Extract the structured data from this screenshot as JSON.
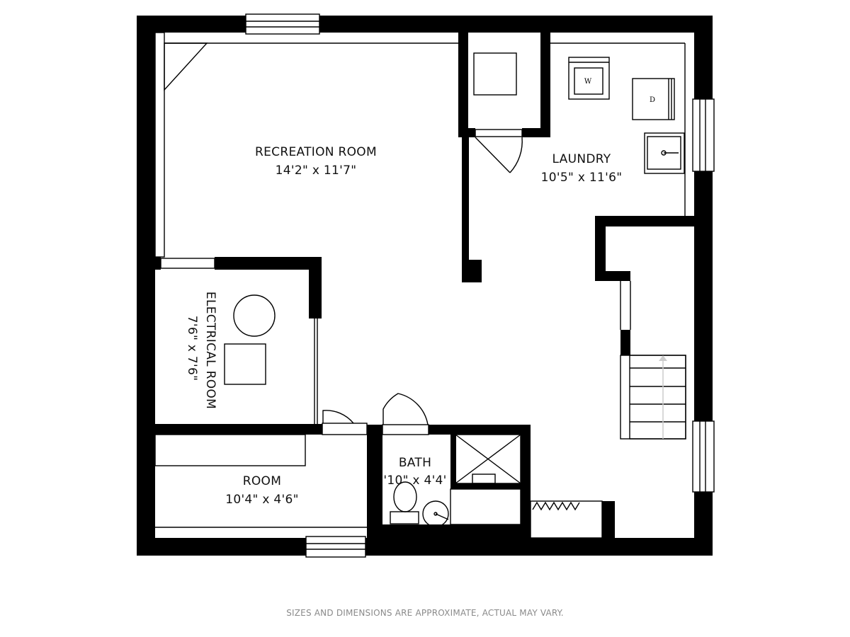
{
  "rooms": {
    "recreation": {
      "name": "RECREATION ROOM",
      "dims": "14'2\" x 11'7\""
    },
    "laundry": {
      "name": "LAUNDRY",
      "dims": "10'5\" x 11'6\""
    },
    "electrical": {
      "name": "ELECTRICAL ROOM",
      "dims": "7'6\" x 7'6\""
    },
    "room": {
      "name": "ROOM",
      "dims": "10'4\" x 4'6\""
    },
    "bath": {
      "name": "BATH",
      "dims": "'10\" x 4'4'"
    }
  },
  "fixtures": {
    "washer": "W",
    "dryer": "D"
  },
  "footer": "SIZES AND DIMENSIONS ARE APPROXIMATE, ACTUAL MAY VARY."
}
